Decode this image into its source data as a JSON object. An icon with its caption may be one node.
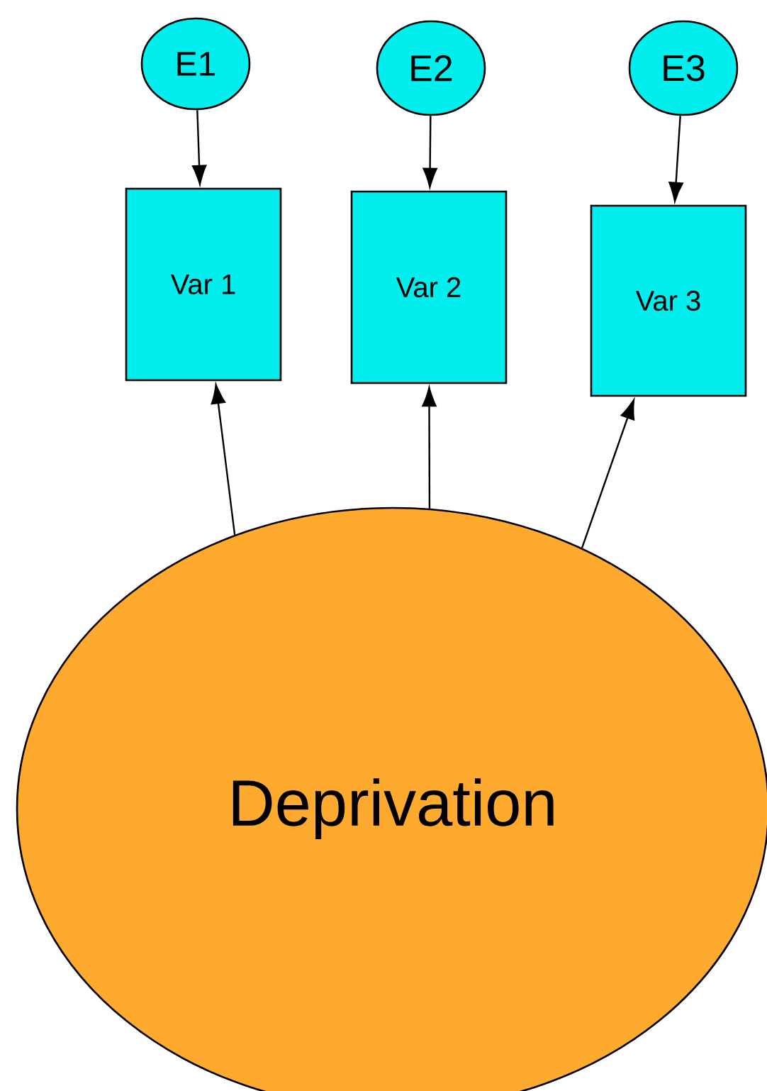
{
  "diagram": {
    "nodes": [
      {
        "text": [
          "E1"
        ]
      },
      {
        "text": [
          "E2"
        ]
      },
      {
        "text": [
          "E3"
        ]
      },
      {
        "text": [
          "Var 1"
        ]
      },
      {
        "text": [
          "Var 2"
        ]
      },
      {
        "text": [
          "Var 3"
        ]
      },
      {
        "text": [
          "Deprivation"
        ]
      }
    ],
    "edges": [
      {
        "from": 0,
        "to": 3,
        "arrow": "to"
      },
      {
        "from": 1,
        "to": 4,
        "arrow": "to"
      },
      {
        "from": 2,
        "to": 5,
        "arrow": "to"
      },
      {
        "from": 6,
        "to": 3,
        "arrow": "to"
      },
      {
        "from": 6,
        "to": 4,
        "arrow": "to"
      },
      {
        "from": 6,
        "to": 5,
        "arrow": "to"
      }
    ]
  }
}
